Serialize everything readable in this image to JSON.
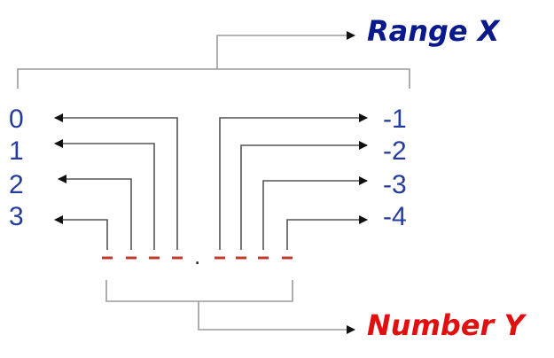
{
  "labels": {
    "range_title": "Range X",
    "number_title": "Number Y",
    "left_indices": [
      "0",
      "1",
      "2",
      "3"
    ],
    "right_indices": [
      "-1",
      "-2",
      "-3",
      "-4"
    ],
    "decimal_point": "."
  },
  "colors": {
    "range_title": "#0a1a8c",
    "number_title": "#e01010",
    "indices": "#243c9c",
    "digit_placeholder": "#c0392b",
    "decimal_point": "#222222"
  },
  "digit_placeholders": {
    "left_count": 4,
    "right_count": 4
  }
}
